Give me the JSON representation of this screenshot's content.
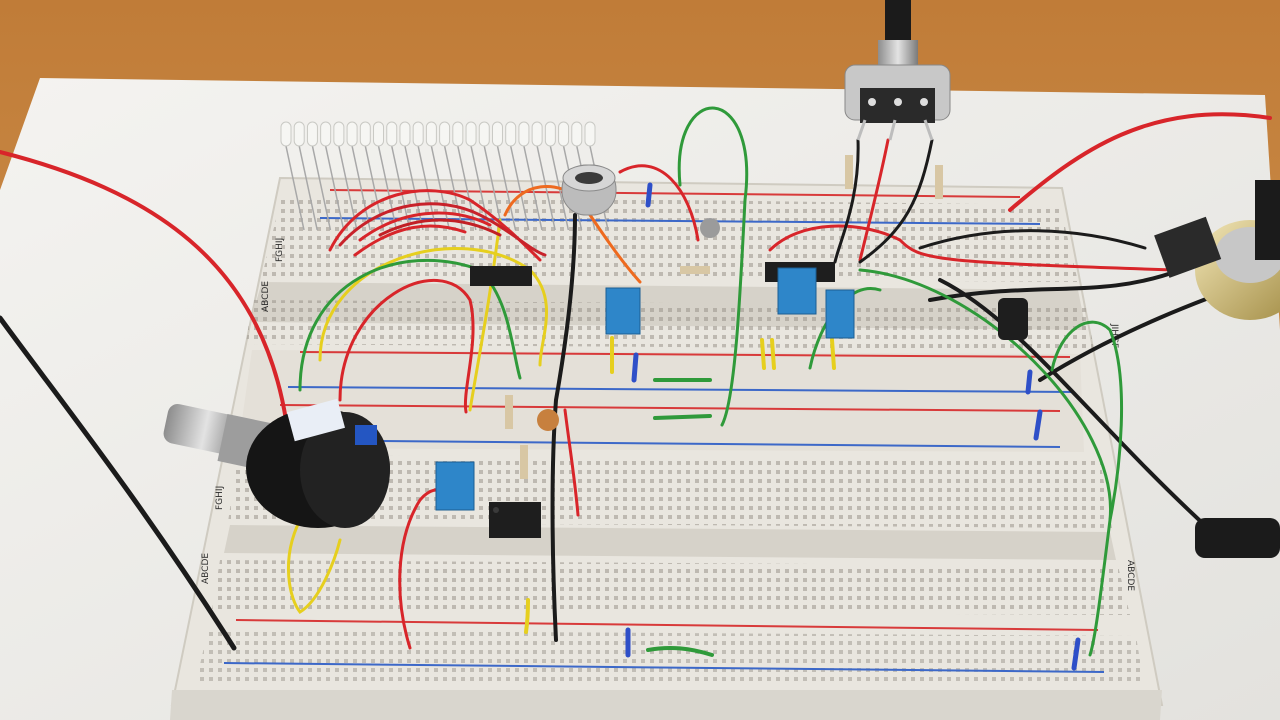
{
  "scene": {
    "colors": {
      "table_wood": "#c98a45",
      "paper": "#ecebe7",
      "breadboard": "#e9e6df",
      "rail_red": "#d83a3a",
      "rail_blue": "#3c68c8",
      "wire_red": "#d8252a",
      "wire_black": "#1b1b1b",
      "wire_green": "#2f9a3a",
      "wire_yellow": "#e6cf1e",
      "wire_orange": "#ee6a1f",
      "trimmer_blue": "#2e86c9",
      "ic_black": "#1e1e1e"
    },
    "breadboard": {
      "row_letters_left_top": "FGHIJ",
      "row_letters_left_mid": "ABCDE",
      "row_letters_left_low": "FGHIJ",
      "row_letters_left_bottom": "ABCDE",
      "row_letters_right_top": "JIHGF",
      "row_letters_right_bottom": "ABCDE"
    },
    "objects": [
      {
        "kind": "led-bar",
        "count": 24
      },
      {
        "kind": "electret-microphone"
      },
      {
        "kind": "multi-turn-potentiometer"
      },
      {
        "kind": "rotary-potentiometer-top"
      },
      {
        "kind": "rotary-potentiometer-right"
      },
      {
        "kind": "ic-chip",
        "count": 3
      },
      {
        "kind": "trimmer-potentiometer",
        "count": 4
      }
    ]
  }
}
